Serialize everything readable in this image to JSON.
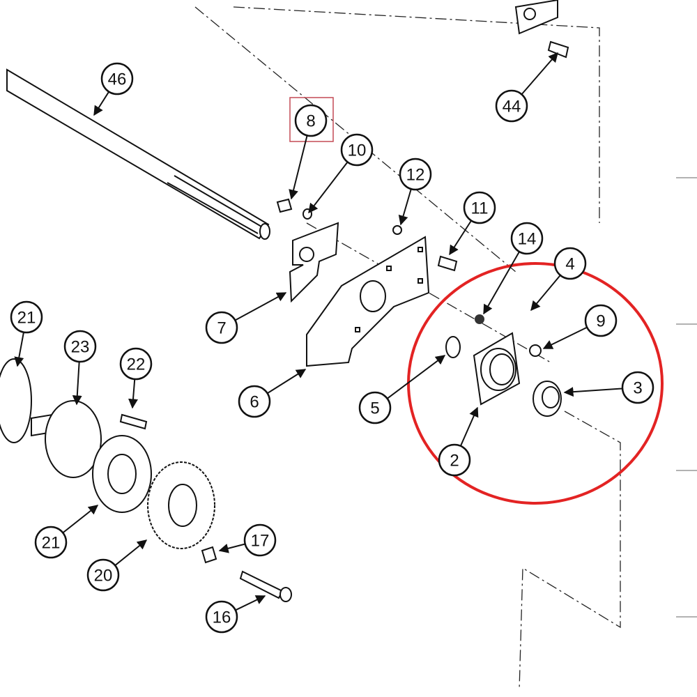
{
  "diagram": {
    "callouts": [
      {
        "id": "46",
        "label": "46"
      },
      {
        "id": "8",
        "label": "8",
        "highlighted": true
      },
      {
        "id": "10",
        "label": "10"
      },
      {
        "id": "12",
        "label": "12"
      },
      {
        "id": "11",
        "label": "11"
      },
      {
        "id": "44",
        "label": "44"
      },
      {
        "id": "14",
        "label": "14"
      },
      {
        "id": "4",
        "label": "4"
      },
      {
        "id": "9",
        "label": "9"
      },
      {
        "id": "3",
        "label": "3"
      },
      {
        "id": "2",
        "label": "2"
      },
      {
        "id": "5",
        "label": "5"
      },
      {
        "id": "6",
        "label": "6"
      },
      {
        "id": "7",
        "label": "7"
      },
      {
        "id": "21a",
        "label": "21"
      },
      {
        "id": "23",
        "label": "23"
      },
      {
        "id": "22",
        "label": "22"
      },
      {
        "id": "21b",
        "label": "21"
      },
      {
        "id": "20",
        "label": "20"
      },
      {
        "id": "17",
        "label": "17"
      },
      {
        "id": "16",
        "label": "16"
      }
    ],
    "colors": {
      "highlight_circle": "#e32323",
      "highlight_box": "#c44a55",
      "ink": "#111111"
    }
  }
}
